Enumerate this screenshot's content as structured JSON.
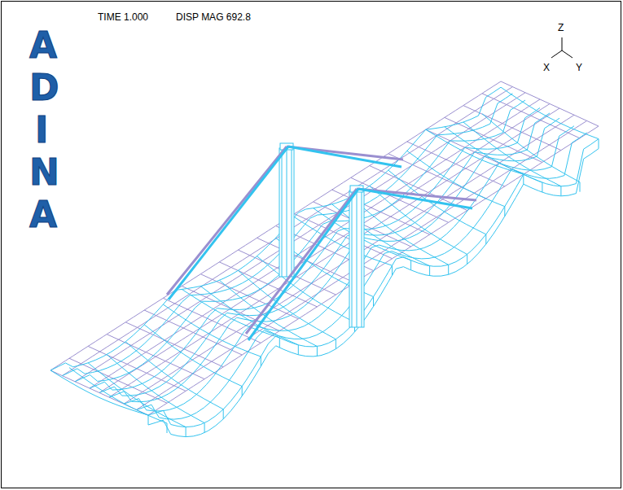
{
  "diagram": {
    "labels": [
      "ADINA",
      "TIME 1.000",
      "DISP MAG 692.8",
      "Z",
      "X",
      "Y"
    ]
  }
}
